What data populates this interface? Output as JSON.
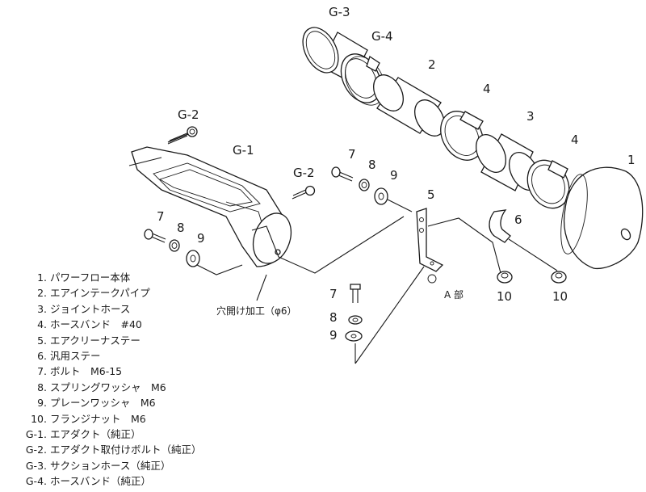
{
  "callouts": {
    "g3": "G-3",
    "g4": "G-4",
    "n2": "2",
    "n4a": "4",
    "n3": "3",
    "n4b": "4",
    "n1": "1",
    "g2_top": "G-2",
    "g1": "G-1",
    "g2_mid": "G-2",
    "n7a": "7",
    "n8a": "8",
    "n9a": "9",
    "n5": "5",
    "n6": "6",
    "n7b": "7",
    "n8b": "8",
    "n9b": "9",
    "n7c": "7",
    "n8c": "8",
    "n9c": "9",
    "n10a": "10",
    "n10b": "10"
  },
  "notes": {
    "a_part": "A 部",
    "hole": "穴開け加工（φ6）"
  },
  "legend": [
    {
      "num": "1.",
      "text": "パワーフロー本体"
    },
    {
      "num": "2.",
      "text": "エアインテークパイプ"
    },
    {
      "num": "3.",
      "text": "ジョイントホース"
    },
    {
      "num": "4.",
      "text": "ホースバンド　#40"
    },
    {
      "num": "5.",
      "text": "エアクリーナステー"
    },
    {
      "num": "6.",
      "text": "汎用ステー"
    },
    {
      "num": "7.",
      "text": "ボルト　M6-15"
    },
    {
      "num": "8.",
      "text": "スプリングワッシャ　M6"
    },
    {
      "num": "9.",
      "text": "プレーンワッシャ　M6"
    },
    {
      "num": "10.",
      "text": "フランジナット　M6"
    },
    {
      "num": "G-1.",
      "text": "エアダクト（純正）"
    },
    {
      "num": "G-2.",
      "text": "エアダクト取付けボルト（純正）"
    },
    {
      "num": "G-3.",
      "text": "サクションホース（純正）"
    },
    {
      "num": "G-4.",
      "text": "ホースバンド（純正）"
    }
  ]
}
